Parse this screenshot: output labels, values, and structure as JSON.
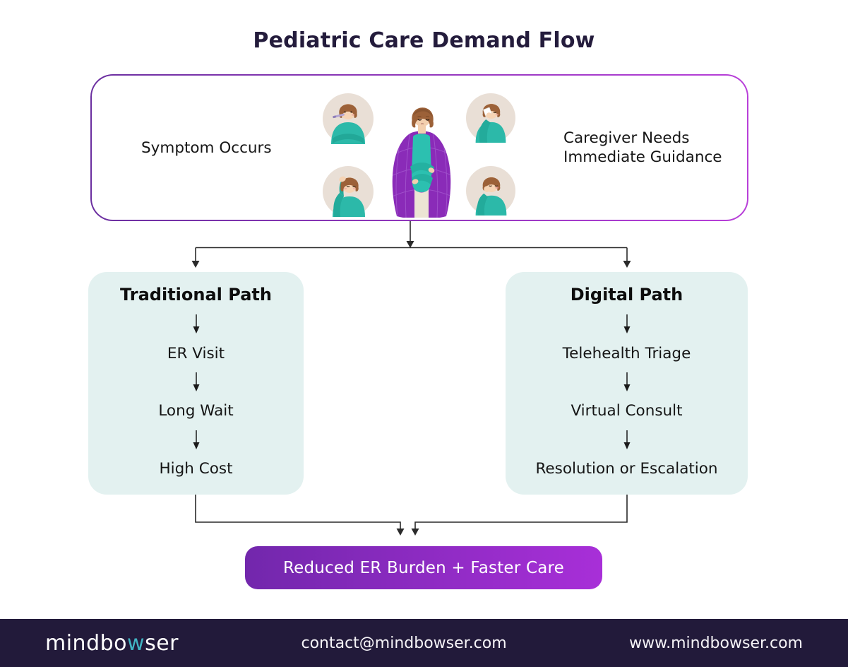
{
  "title": "Pediatric Care Demand Flow",
  "symptom_box": {
    "left_label": "Symptom Occurs",
    "right_label_line1": "Caregiver Needs",
    "right_label_line2": "Immediate Guidance",
    "illustrations": [
      "child-thermometer-avatar",
      "child-fever-check-avatar",
      "child-blowing-nose-avatar",
      "child-coughing-avatar",
      "child-wrapped-in-blanket-illustration"
    ]
  },
  "paths": {
    "traditional": {
      "title": "Traditional Path",
      "steps": [
        "ER Visit",
        "Long Wait",
        "High Cost"
      ]
    },
    "digital": {
      "title": "Digital Path",
      "steps": [
        "Telehealth Triage",
        "Virtual Consult",
        "Resolution or Escalation"
      ]
    }
  },
  "outcome_label": "Reduced ER Burden + Faster Care",
  "footer": {
    "logo_prefix": "mindbo",
    "logo_accent_letter": "w",
    "logo_suffix": "ser",
    "email": "contact@mindbowser.com",
    "website": "www.mindbowser.com"
  },
  "colors": {
    "title_text": "#241c3c",
    "symptom_border_gradient_start": "#6b2fa0",
    "symptom_border_gradient_end": "#b83fd9",
    "path_box_bg": "#e3f1f0",
    "outcome_gradient_start": "#7227ac",
    "outcome_gradient_end": "#a82fd8",
    "footer_bg": "#221a3a",
    "logo_accent": "#41b4c3",
    "connector_line": "#2a2a2a",
    "illustration_teal": "#2cb9a9",
    "illustration_purple_blanket": "#8a2bb8",
    "avatar_circle_bg": "#e9dfd6"
  }
}
